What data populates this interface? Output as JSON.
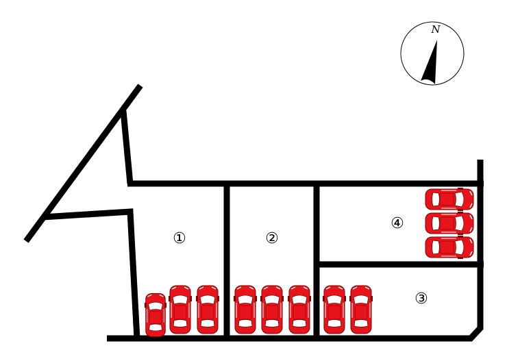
{
  "lots": [
    {
      "id": "lot-1",
      "label": "①",
      "spaces": 3
    },
    {
      "id": "lot-2",
      "label": "②",
      "spaces": 3
    },
    {
      "id": "lot-3",
      "label": "③",
      "spaces": 2
    },
    {
      "id": "lot-4",
      "label": "④",
      "spaces": 3
    }
  ],
  "compass": {
    "north_label": "N",
    "icon": "north-arrow-icon"
  },
  "colors": {
    "wall": "#000000",
    "car_body": "#e8141b",
    "car_window": "#ffffff",
    "background": "#ffffff"
  }
}
